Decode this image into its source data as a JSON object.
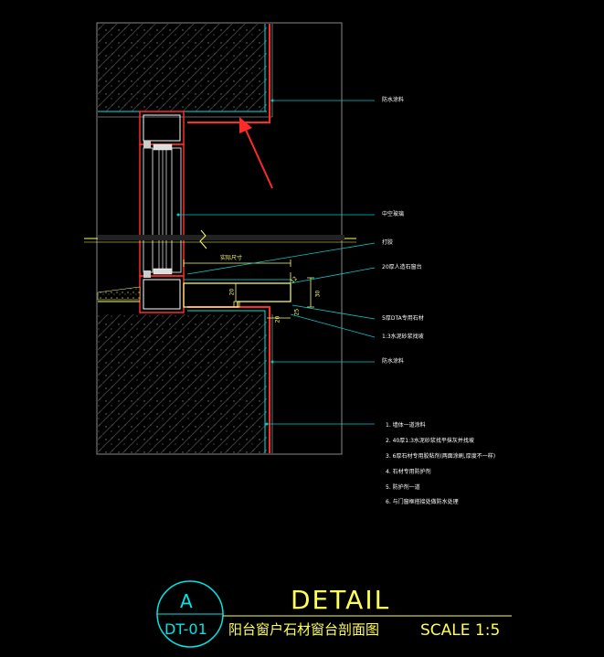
{
  "colors": {
    "background": "#000000",
    "outline": "#ffffff",
    "concrete": "#4a4a4a",
    "finish": "#00e5e5",
    "frame": "#ff2a2a",
    "stone": "#ffff66",
    "leader": "#00cccc",
    "title": "#ffff55",
    "circle": "#00e5e5"
  },
  "annotations": {
    "waterproof_top": "防水涂料",
    "glass": "中空玻璃",
    "sealant": "打胶",
    "stone_sill": "20厚人造石窗台",
    "sill_edge": "5厚DTA专用石材",
    "adhesive": "1:3水泥砂浆找坡",
    "waterproof_bottom": "防水涂料",
    "notes": [
      "1. 墙体一道涂料",
      "2. 40厚1:3水泥砂浆找平抹灰并找坡",
      "3. 6厚石材专用胶粘剂(两面涂刷,厚度不一样)",
      "4. 石材专用防护剂",
      "5. 防护剂一道",
      "6. 与门窗框搭接处做防水处理"
    ]
  },
  "dimensions": {
    "actual_size": "实际尺寸",
    "d_20": "20",
    "d_30": "30",
    "d_25": "25",
    "d_20b": "20",
    "d_12": "12"
  },
  "title_block": {
    "symbol": "A",
    "detail_word": "DETAIL",
    "drawing_no": "DT-01",
    "drawing_name": "阳台窗户石材窗台剖面图",
    "scale": "SCALE 1:5"
  }
}
